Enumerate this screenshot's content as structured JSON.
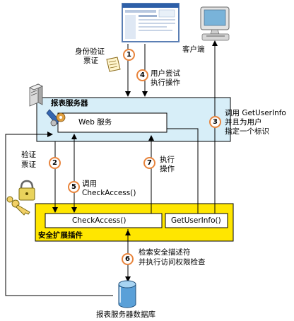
{
  "client": {
    "label": "客户端"
  },
  "report_server": {
    "title": "报表服务器",
    "web_service_label": "Web 服务"
  },
  "security_extension": {
    "title": "安全扩展插件",
    "check_access_label": "CheckAccess()",
    "get_user_info_label": "GetUserInfo()"
  },
  "database": {
    "label": "报表服务器数据库"
  },
  "steps": [
    {
      "number": "1",
      "text_lines": [
        "身份验证",
        "票证"
      ]
    },
    {
      "number": "2",
      "text_lines": [
        "验证",
        "票证"
      ]
    },
    {
      "number": "3",
      "text_lines": [
        "调用 GetUserInfo",
        "并且为用户",
        "指定一个标识"
      ]
    },
    {
      "number": "4",
      "text_lines": [
        "用户尝试",
        "执行操作"
      ]
    },
    {
      "number": "5",
      "text_lines": [
        "调用",
        "CheckAccess()"
      ]
    },
    {
      "number": "6",
      "text_lines": [
        "检索安全描述符",
        "并执行访问权限检查"
      ]
    },
    {
      "number": "7",
      "text_lines": [
        "执行",
        "操作"
      ]
    }
  ],
  "colors": {
    "server_fill": "#d7eef8",
    "extension_fill": "#ffe600",
    "badge_border": "#e8843c"
  }
}
